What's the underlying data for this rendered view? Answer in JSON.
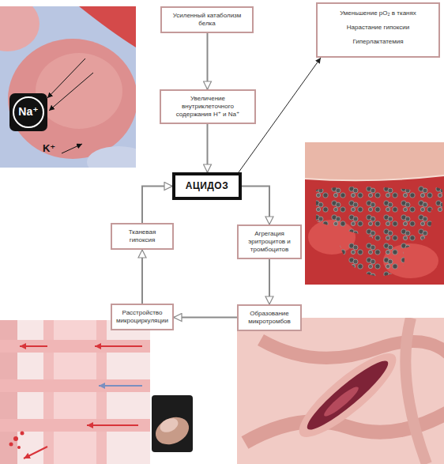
{
  "diagram": {
    "nodes": [
      {
        "text": [
          "Усиленный катаболизм белка"
        ]
      },
      {
        "text": [
          "Увеличение внутриклеточного содержания H⁺ и Na⁺"
        ]
      },
      {
        "text": [
          "АЦИДОЗ"
        ]
      },
      {
        "text": [
          "Агрегация эритроцитов и тромбоцитов"
        ]
      },
      {
        "text": [
          "Образование микротромбов"
        ]
      },
      {
        "text": [
          "Расстройство микроциркуляции"
        ]
      },
      {
        "text": [
          "Тканевая гипоксия"
        ]
      },
      {
        "text": [
          "Уменьшение pO₂ в тканях",
          "Нарастание гипоксии",
          "Гиперлактатемия"
        ]
      }
    ],
    "edges": [
      {
        "from": 0,
        "to": 1,
        "arrow": "to"
      },
      {
        "from": 1,
        "to": 2,
        "arrow": "to"
      },
      {
        "from": 2,
        "to": 3,
        "arrow": "to"
      },
      {
        "from": 3,
        "to": 4,
        "arrow": "to"
      },
      {
        "from": 4,
        "to": 5,
        "arrow": "to"
      },
      {
        "from": 5,
        "to": 6,
        "arrow": "to"
      },
      {
        "from": 6,
        "to": 2,
        "arrow": "to"
      },
      {
        "from": 2,
        "to": 7,
        "arrow": "to"
      }
    ],
    "labels": [
      "Na⁺",
      "K⁺"
    ]
  }
}
